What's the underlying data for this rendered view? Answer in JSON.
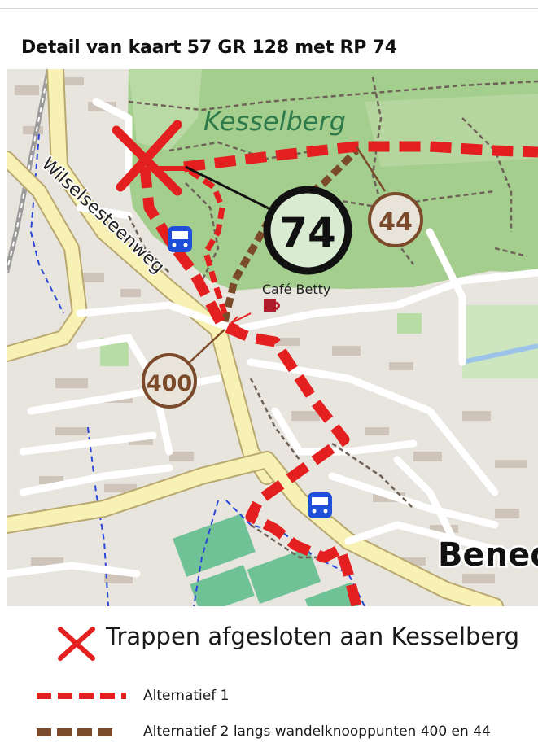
{
  "title": "Detail van kaart 57 GR 128 met RP 74",
  "colors": {
    "route_red": "#e41f1f",
    "route_brown": "#7b4a2a",
    "forest": "#9ec98a",
    "park_text": "#2e7a4a",
    "land": "#e9e5df",
    "bus": "#1f4fd8"
  },
  "map": {
    "park_label": "Kesselberg",
    "street_label": "Wilselsesteenweg",
    "cafe_label": "Café Betty",
    "town_label": "Bened",
    "route_point": "74",
    "node_44": "44",
    "node_400": "400",
    "icons": [
      "closed-x-icon",
      "bus-icon",
      "cafe-cup-icon"
    ]
  },
  "legend": {
    "closed": "Trappen afgesloten aan Kesselberg",
    "alt1": "Alternatief 1",
    "alt2": "Alternatief 2 langs wandelknooppunten 400 en 44"
  }
}
